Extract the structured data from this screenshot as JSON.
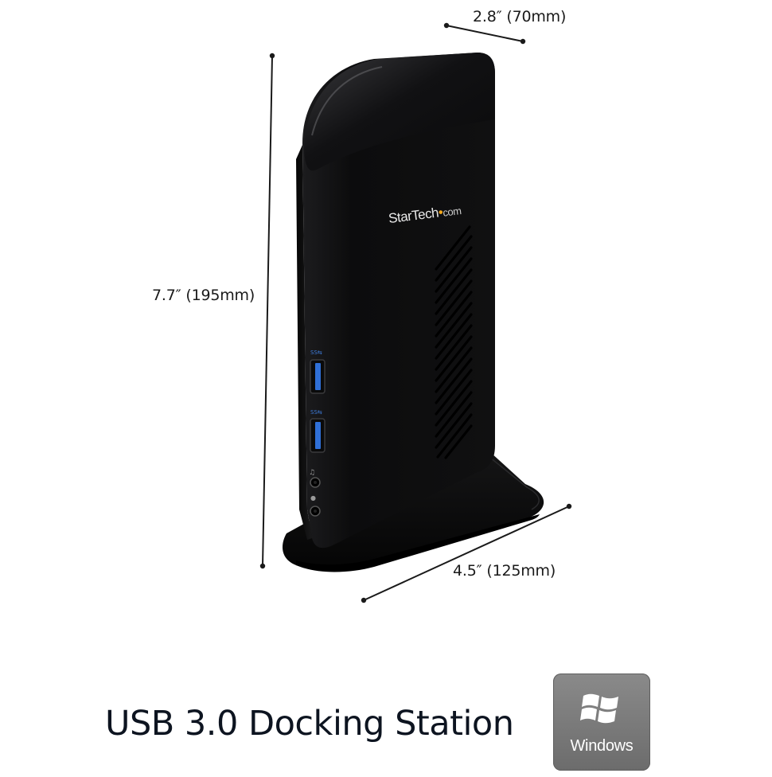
{
  "dimensions": {
    "depth": "2.8″ (70mm)",
    "height": "7.7″ (195mm)",
    "width": "4.5″ (125mm)"
  },
  "product": {
    "brand": "StarTech.com",
    "title": "USB 3.0 Docking Station"
  },
  "badge": {
    "label": "Windows",
    "icon": "windows-logo-icon"
  },
  "colors": {
    "device": "#0b0b0c",
    "badge": "#7a7a7a",
    "usb_port": "#2f6fd6",
    "brand_dot": "#f2a81d"
  }
}
